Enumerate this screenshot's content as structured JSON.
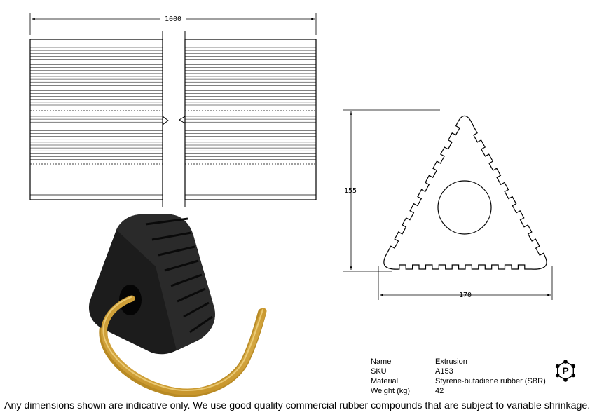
{
  "dimensions": {
    "length": "1000",
    "height": "155",
    "width": "170"
  },
  "spec": {
    "rows": [
      {
        "label": "Name",
        "value": "Extrusion"
      },
      {
        "label": "SKU",
        "value": "A153"
      },
      {
        "label": "Material",
        "value": "Styrene-butadiene rubber (SBR)"
      },
      {
        "label": "Weight (kg)",
        "value": "42"
      }
    ]
  },
  "logo": {
    "letter": "P"
  },
  "footer": {
    "disclaimer": "Any dimensions shown are indicative only. We use good quality commercial rubber compounds that are subject to variable shrinkage."
  },
  "colors": {
    "rubber": "#1a1a1a",
    "rope": "#e2b34a"
  }
}
